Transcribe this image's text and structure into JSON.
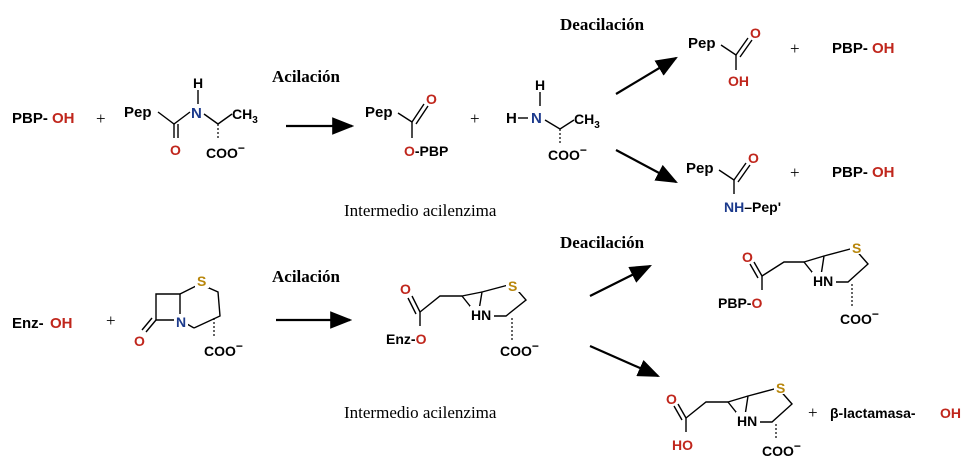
{
  "colors": {
    "black": "#000000",
    "red": "#c0261c",
    "blue": "#1c3a8c",
    "gold": "#b8860b"
  },
  "labels": {
    "acilacion": "Acilación",
    "deacilacion": "Deacilación",
    "intermedio": "Intermedio acilenzima",
    "plus": "+"
  },
  "row1": {
    "pbp": "PBP-",
    "oh": "OH",
    "pep": "Pep",
    "n": "N",
    "h": "H",
    "ch3": "CH",
    "ch3_sub": "3",
    "o": "O",
    "coo": "COO",
    "minus": "−",
    "o_pbp_o": "O",
    "o_pbp": "-PBP",
    "h_dash": "H",
    "pbp_oh_pbp": "PBP-",
    "pbp_oh_oh": "OH",
    "nh": "NH",
    "pep_prime": "–Pep'"
  },
  "row2": {
    "enz": "Enz-",
    "oh": "OH",
    "s": "S",
    "n": "N",
    "hn": "HN",
    "o": "O",
    "coo": "COO",
    "minus": "−",
    "enz_o_enz": "Enz-",
    "enz_o_o": "O",
    "pbp_o_pbp": "PBP-",
    "pbp_o_o": "O",
    "ho": "HO",
    "blact": "β-lactamasa-",
    "blact_oh": "OH"
  }
}
